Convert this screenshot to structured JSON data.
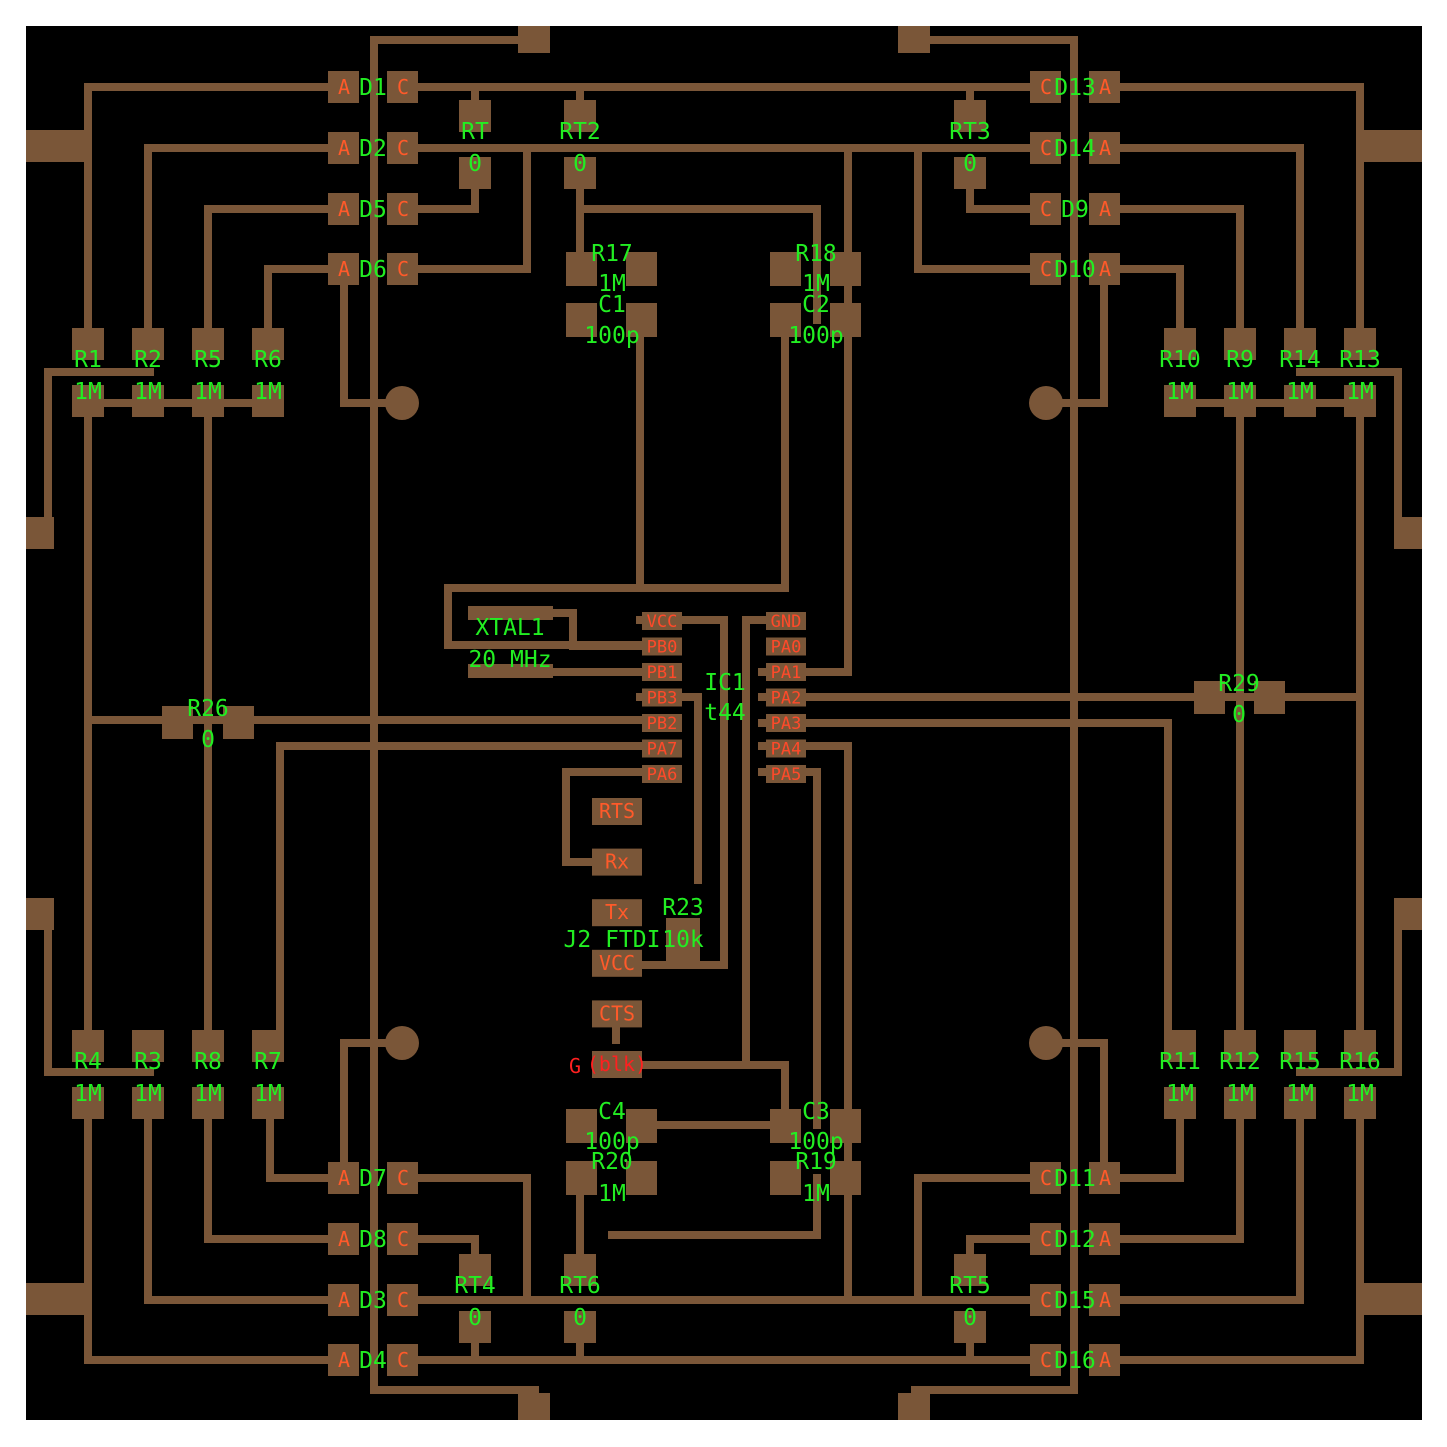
{
  "colors": {
    "background": "#000000",
    "copper": "#7a5638",
    "part_label": "#22ee22",
    "pin_label": "#ff5a2a"
  },
  "diodes": [
    {
      "name": "D1",
      "pin_a": "A",
      "pin_c": "C"
    },
    {
      "name": "D2",
      "pin_a": "A",
      "pin_c": "C"
    },
    {
      "name": "D5",
      "pin_a": "A",
      "pin_c": "C"
    },
    {
      "name": "D6",
      "pin_a": "A",
      "pin_c": "C"
    },
    {
      "name": "D13",
      "pin_a": "A",
      "pin_c": "C"
    },
    {
      "name": "D14",
      "pin_a": "A",
      "pin_c": "C"
    },
    {
      "name": "D9",
      "pin_a": "A",
      "pin_c": "C"
    },
    {
      "name": "D10",
      "pin_a": "A",
      "pin_c": "C"
    },
    {
      "name": "D7",
      "pin_a": "A",
      "pin_c": "C"
    },
    {
      "name": "D8",
      "pin_a": "A",
      "pin_c": "C"
    },
    {
      "name": "D3",
      "pin_a": "A",
      "pin_c": "C"
    },
    {
      "name": "D4",
      "pin_a": "A",
      "pin_c": "C"
    },
    {
      "name": "D11",
      "pin_a": "A",
      "pin_c": "C"
    },
    {
      "name": "D12",
      "pin_a": "A",
      "pin_c": "C"
    },
    {
      "name": "D15",
      "pin_a": "A",
      "pin_c": "C"
    },
    {
      "name": "D16",
      "pin_a": "A",
      "pin_c": "C"
    }
  ],
  "resistors_top": [
    {
      "name": "R1",
      "value": "1M"
    },
    {
      "name": "R2",
      "value": "1M"
    },
    {
      "name": "R5",
      "value": "1M"
    },
    {
      "name": "R6",
      "value": "1M"
    },
    {
      "name": "R10",
      "value": "1M"
    },
    {
      "name": "R9",
      "value": "1M"
    },
    {
      "name": "R14",
      "value": "1M"
    },
    {
      "name": "R13",
      "value": "1M"
    }
  ],
  "resistors_bottom": [
    {
      "name": "R4",
      "value": "1M"
    },
    {
      "name": "R3",
      "value": "1M"
    },
    {
      "name": "R8",
      "value": "1M"
    },
    {
      "name": "R7",
      "value": "1M"
    },
    {
      "name": "R11",
      "value": "1M"
    },
    {
      "name": "R12",
      "value": "1M"
    },
    {
      "name": "R15",
      "value": "1M"
    },
    {
      "name": "R16",
      "value": "1M"
    }
  ],
  "thermistors": [
    {
      "name": "RT",
      "value": "0"
    },
    {
      "name": "RT2",
      "value": "0"
    },
    {
      "name": "RT3",
      "value": "0"
    },
    {
      "name": "RT4",
      "value": "0"
    },
    {
      "name": "RT6",
      "value": "0"
    },
    {
      "name": "RT5",
      "value": "0"
    }
  ],
  "center_parts": {
    "r17": {
      "name": "R17",
      "value": "1M"
    },
    "r18": {
      "name": "R18",
      "value": "1M"
    },
    "c1": {
      "name": "C1",
      "value": "100p"
    },
    "c2": {
      "name": "C2",
      "value": "100p"
    },
    "c3": {
      "name": "C3",
      "value": "100p"
    },
    "c4": {
      "name": "C4",
      "value": "100p"
    },
    "r19": {
      "name": "R19",
      "value": "1M"
    },
    "r20": {
      "name": "R20",
      "value": "1M"
    },
    "r26": {
      "name": "R26",
      "value": "0"
    },
    "r29": {
      "name": "R29",
      "value": "0"
    },
    "r23": {
      "name": "R23",
      "value": "10k"
    },
    "xtal": {
      "name": "XTAL1",
      "value": "20 MHz"
    },
    "ic": {
      "name": "IC1",
      "value": "t44"
    },
    "ftdi": {
      "name": "J2 FTDI"
    }
  },
  "ic_pins_left": [
    "VCC",
    "PB0",
    "PB1",
    "PB3",
    "PB2",
    "PA7",
    "PA6"
  ],
  "ic_pins_right": [
    "GND",
    "PA0",
    "PA1",
    "PA2",
    "PA3",
    "PA4",
    "PA5"
  ],
  "ftdi_pins": [
    "RTS",
    "Rx",
    "Tx",
    "VCC",
    "CTS",
    "(blk)"
  ],
  "ftdi_gnd_marker": "G"
}
